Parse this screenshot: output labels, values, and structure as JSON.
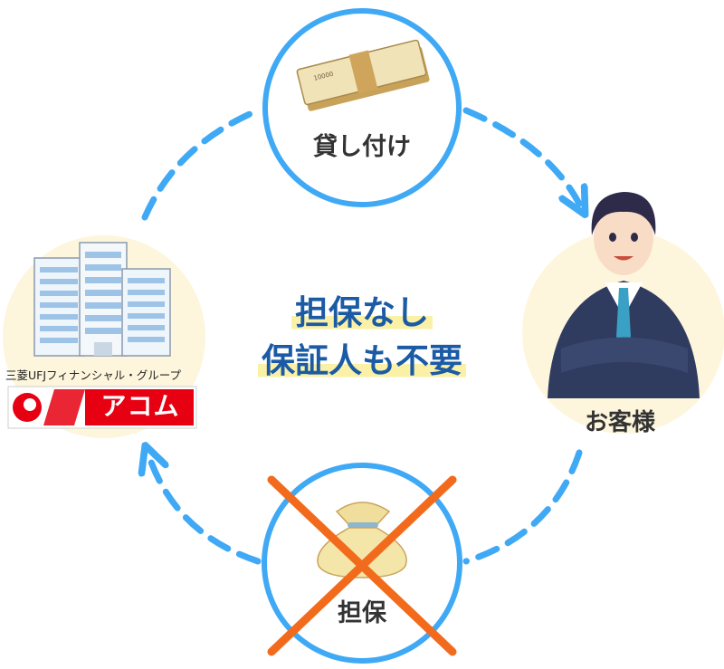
{
  "nodes": {
    "loan": {
      "label": "貸し付け",
      "icon": "banknote-bundle-icon",
      "banknote_value": "10000"
    },
    "customer": {
      "label": "お客様",
      "icon": "businessman-illustration"
    },
    "collateral": {
      "label": "担保",
      "icon": "money-bag-icon",
      "crossed_out": true
    },
    "lender": {
      "group_name": "三菱UFJフィナンシャル・グループ",
      "brand_name": "アコム",
      "icon": "office-building-icon"
    }
  },
  "center_text": {
    "line1": "担保なし",
    "line2": "保証人も不要"
  },
  "colors": {
    "cycle_blue": "#3fa9f5",
    "circle_fill": "#fdf6dc",
    "cross_orange": "#f26b1d",
    "headline_blue": "#1b5aa5",
    "highlight_yellow": "#fbf1a6",
    "brand_red": "#e60012"
  }
}
